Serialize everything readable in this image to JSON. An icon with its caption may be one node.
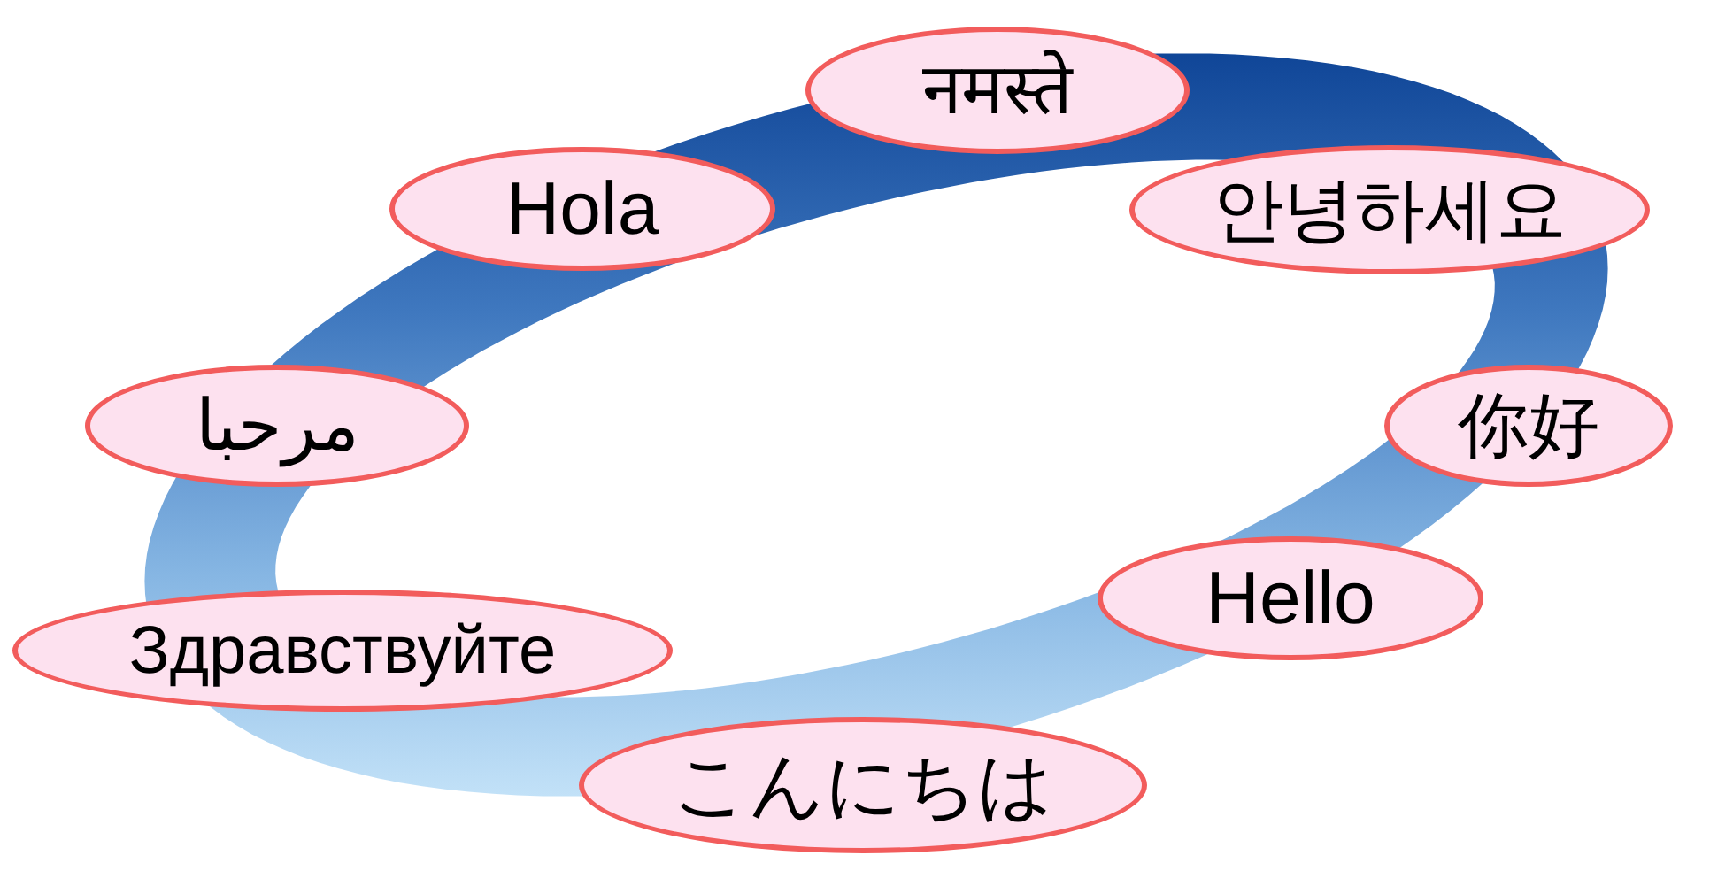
{
  "diagram": {
    "nodes": [
      {
        "text": [
          "नमस्ते"
        ]
      },
      {
        "text": [
          "Hola"
        ]
      },
      {
        "text": [
          "안녕하세요"
        ]
      },
      {
        "text": [
          "مرحبا"
        ]
      },
      {
        "text": [
          "你好"
        ]
      },
      {
        "text": [
          "Hello"
        ]
      },
      {
        "text": [
          "Здравствуйте"
        ]
      },
      {
        "text": [
          "こんにちは"
        ]
      }
    ]
  }
}
